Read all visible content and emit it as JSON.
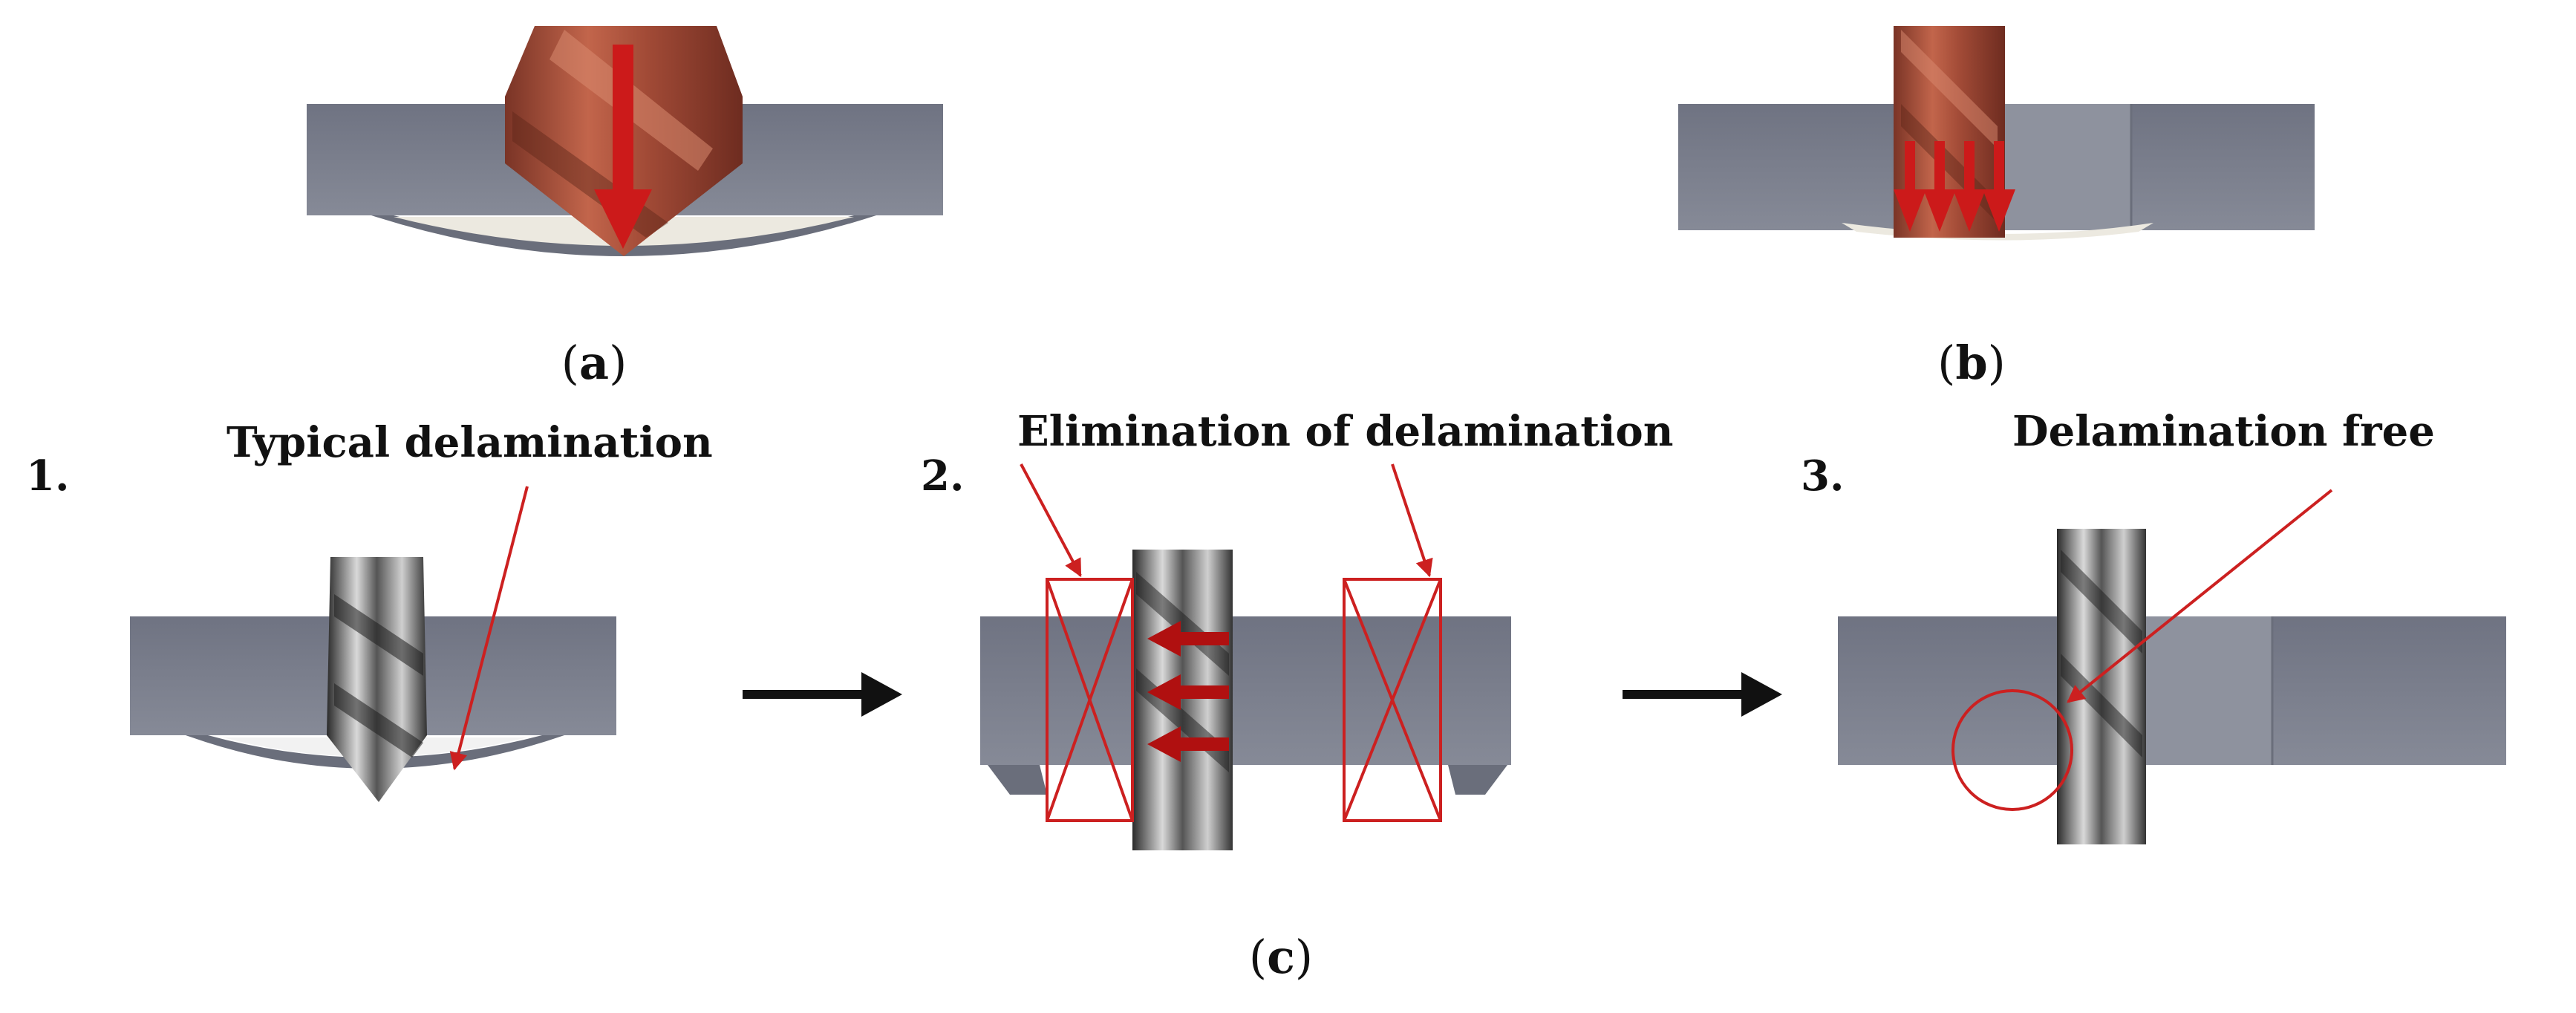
{
  "panels": {
    "a": {
      "letter": "a"
    },
    "b": {
      "letter": "b"
    },
    "c": {
      "letter": "c"
    }
  },
  "steps": [
    {
      "number": "1.",
      "label": "Typical delamination"
    },
    {
      "number": "2.",
      "label": "Elimination of delamination"
    },
    {
      "number": "3.",
      "label": "Delamination free"
    }
  ],
  "colors": {
    "plate": "#7b7f8c",
    "plate_dark": "#5c6170",
    "tool_copper": "#a8503c",
    "annotation_red": "#cc2020",
    "arrow_black": "#111111"
  }
}
